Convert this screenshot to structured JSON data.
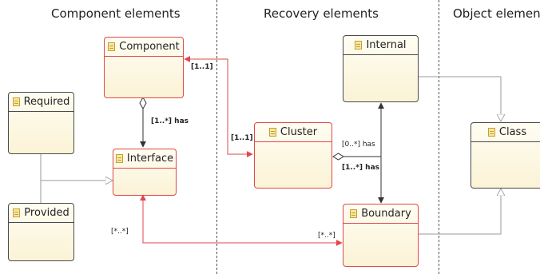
{
  "sections": {
    "component": "Component elements",
    "recovery": "Recovery elements",
    "object": "Object elements"
  },
  "classes": {
    "component": "Component",
    "interface": "Interface",
    "required": "Required",
    "provided": "Provided",
    "cluster": "Cluster",
    "internal": "Internal",
    "boundary": "Boundary",
    "class": "Class"
  },
  "labels": {
    "component_cluster_component_end": "[1..1]",
    "component_cluster_cluster_end": "[1..1]",
    "component_interface_has": "[1..*] has",
    "cluster_internal_has": "[0..*] has",
    "cluster_boundary_has": "[1..*] has",
    "interface_boundary_interface_end": "[*..*]",
    "interface_boundary_boundary_end": "[*..*]"
  },
  "colors": {
    "red_relation": "#e0474c",
    "gray_generalization": "#9a9a9a",
    "dark_composition": "#333333"
  },
  "icons": {
    "class": "class-icon"
  }
}
